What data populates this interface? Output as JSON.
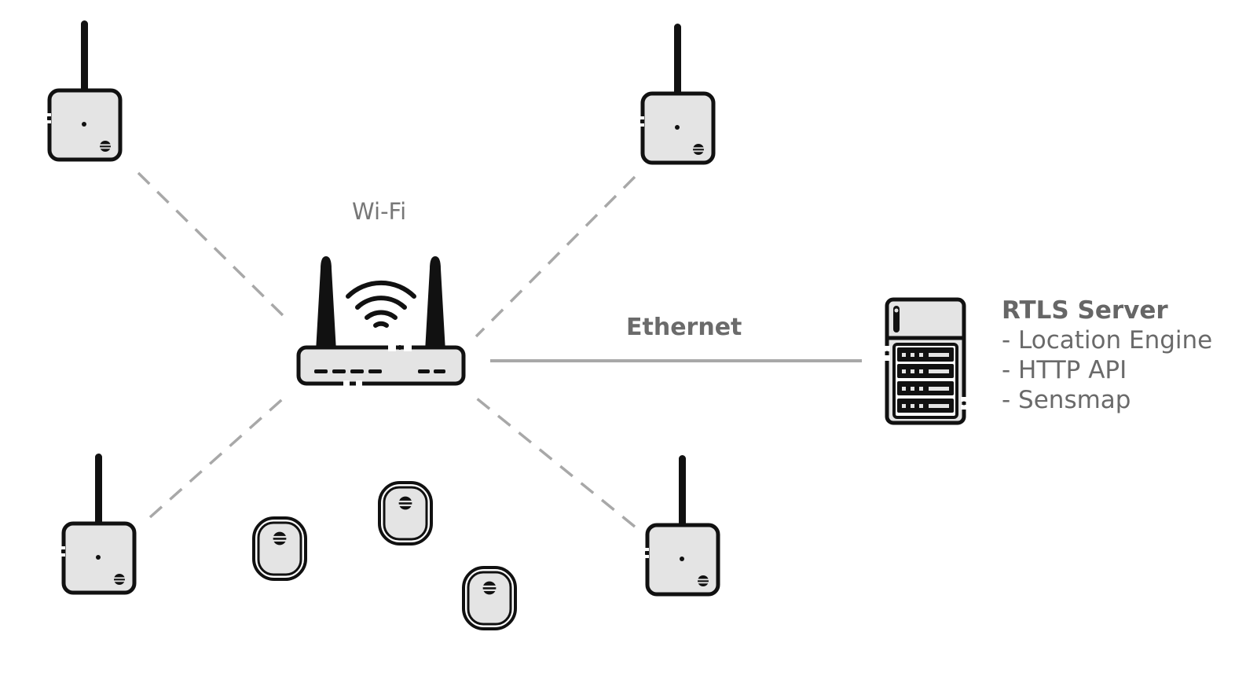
{
  "labels": {
    "wifi": "Wi-Fi",
    "ethernet": "Ethernet"
  },
  "server": {
    "title": "RTLS Server",
    "features": [
      "- Location Engine",
      "- HTTP API",
      "- Sensmap"
    ]
  },
  "colors": {
    "outline": "#111111",
    "device_fill": "#e4e4e4",
    "link_line": "#a8a8a8",
    "text": "#6a6a6a"
  },
  "icons": {
    "anchor": "antenna-anchor-icon",
    "router": "wifi-router-icon",
    "server": "server-rack-icon",
    "tag": "tag-icon",
    "logo": "sewio-logo-icon"
  }
}
